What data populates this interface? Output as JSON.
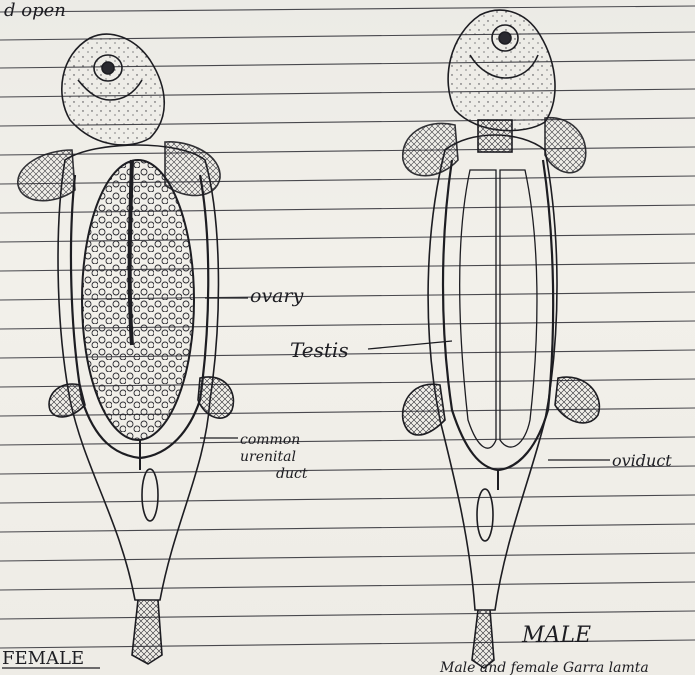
{
  "top_text": "d open",
  "labels": {
    "ovary": "ovary",
    "testis": "Testis",
    "common_line1": "common",
    "common_line2": "urenital",
    "common_line3": "duct",
    "oviduct": "oviduct",
    "female": "FEMALE",
    "male": "MALE",
    "caption": "Male and female Garra lamta"
  },
  "colors": {
    "paper": "#efede7",
    "rule": "#2c2c33",
    "ink": "#1d1d22"
  }
}
